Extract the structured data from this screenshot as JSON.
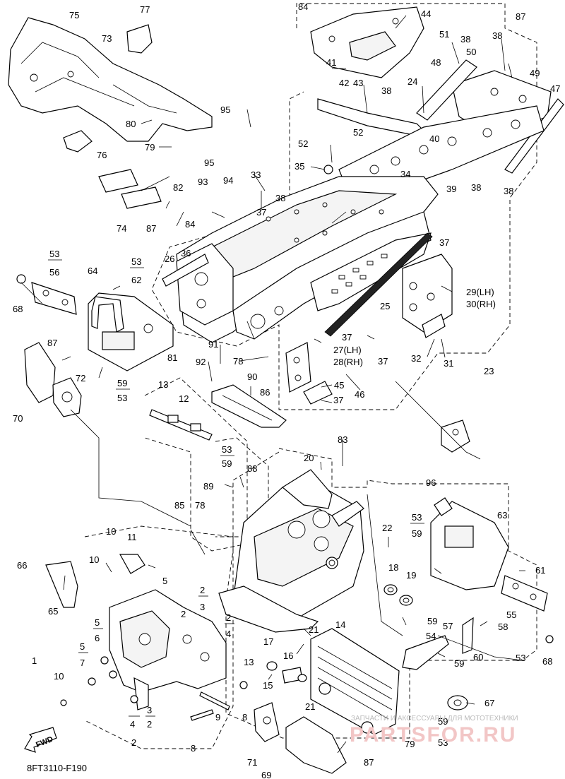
{
  "diagram_code": "8FT3110-F190",
  "fwd_label": "FWD",
  "watermark": {
    "tagline": "ЗАПЧАСТИ И АКСЕССУАРЫ ДЛЯ МОТОТЕХНИКИ",
    "logo": "PARTSFOR.RU"
  },
  "callouts": [
    "1",
    "2",
    "3",
    "4",
    "5",
    "6",
    "7",
    "8",
    "9",
    "10",
    "11",
    "12",
    "13",
    "14",
    "15",
    "16",
    "17",
    "18",
    "19",
    "20",
    "21",
    "22",
    "23",
    "24",
    "25",
    "26",
    "27(LH)",
    "28(RH)",
    "29(LH)",
    "30(RH)",
    "31",
    "32",
    "33",
    "34",
    "35",
    "36",
    "37",
    "38",
    "39",
    "40",
    "41",
    "42",
    "43",
    "44",
    "45",
    "46",
    "47",
    "48",
    "49",
    "50",
    "51",
    "52",
    "53",
    "54",
    "55",
    "56",
    "57",
    "58",
    "59",
    "60",
    "61",
    "62",
    "63",
    "64",
    "65",
    "66",
    "67",
    "68",
    "69",
    "70",
    "71",
    "72",
    "73",
    "74",
    "75",
    "76",
    "77",
    "78",
    "79",
    "80",
    "81",
    "82",
    "83",
    "84",
    "85",
    "86",
    "87",
    "88",
    "89",
    "90",
    "91",
    "92",
    "93",
    "94",
    "95",
    "96"
  ]
}
